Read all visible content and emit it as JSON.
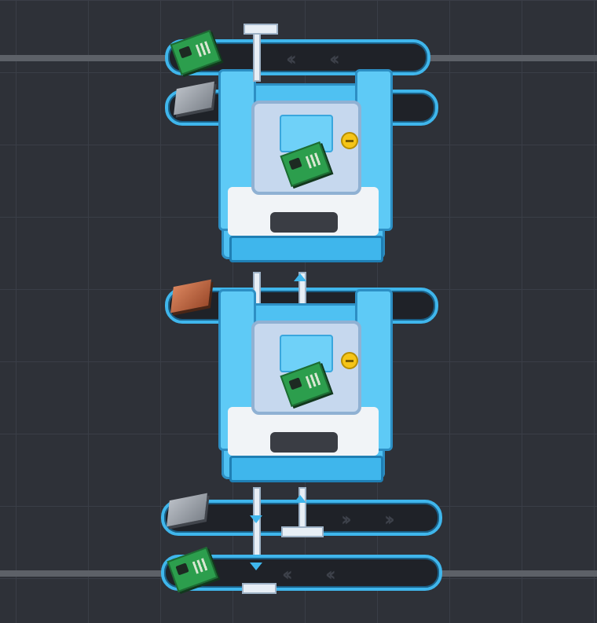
{
  "scene": {
    "colors": {
      "background": "#2e3138",
      "grid": "#3a3e47",
      "belt_trim": "#3fb6ec",
      "belt_track": "#1f2228",
      "machine_body": "#4fc1f2",
      "machine_white": "#f1f4f7",
      "status_indicator": "#f5c518"
    },
    "belts": [
      {
        "item": "circuit-board",
        "direction": "left"
      },
      {
        "item": "steel-ingot",
        "direction": "none"
      },
      {
        "item": "copper-ingot",
        "direction": "left"
      },
      {
        "item": "steel-ingot",
        "direction": "right"
      },
      {
        "item": "circuit-board",
        "direction": "left"
      }
    ],
    "machines": [
      {
        "product": "circuit-board",
        "status": "working"
      },
      {
        "product": "circuit-board",
        "status": "working"
      }
    ]
  }
}
